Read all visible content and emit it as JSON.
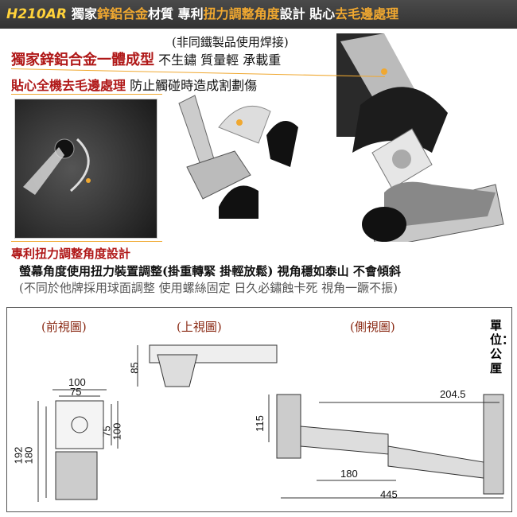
{
  "header": {
    "model": "H210AR",
    "part1": "獨家",
    "part1_hl": "鋅鋁合金",
    "part2": "材質  專利",
    "part2_hl": "扭力調整角度",
    "part3": "設計  貼心",
    "part3_hl": "去毛邊處理"
  },
  "features": {
    "note": "(非同鐵製品使用焊接)",
    "f1_red": "獨家鋅鋁合金一體成型",
    "f1_text": "不生鏽  質量輕  承載重",
    "f2_red": "貼心全機去毛邊處理",
    "f2_text": "防止觸碰時造成割劃傷",
    "f3_red": "專利扭力調整角度設計",
    "f3_text": "螢幕角度使用扭力裝置調整(掛重轉緊  掛輕放鬆)  視角穩如泰山  不會傾斜",
    "f3_note": "(不同於他牌採用球面調整  使用螺絲固定  日久必鏽蝕卡死  視角一蹶不振)"
  },
  "drawings": {
    "front_label": "(前視圖)",
    "top_label": "(上視圖)",
    "side_label": "(側視圖)",
    "unit": "單位：公厘",
    "front_dims": [
      "100",
      "75",
      "75",
      "100",
      "192",
      "180"
    ],
    "top_dims": [
      "85"
    ],
    "side_dims": [
      "115",
      "204.5",
      "180",
      "445"
    ]
  },
  "colors": {
    "accent": "#f0a830",
    "red": "#b01818",
    "header_bg": "#3a3a3a"
  }
}
